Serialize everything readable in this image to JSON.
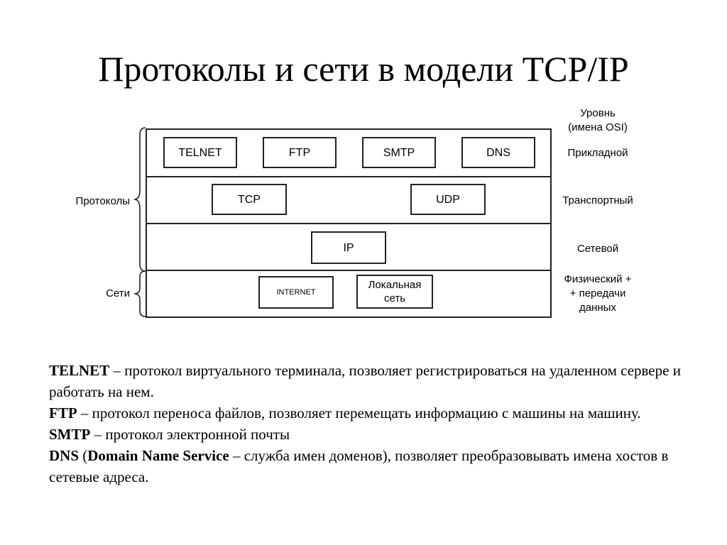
{
  "title": "Протоколы и сети в модели TCP/IP",
  "diagram": {
    "header": "Уровнь\n(имена OSI)",
    "groups": {
      "protocols": "Протоколы",
      "networks": "Сети"
    },
    "layers": {
      "application": {
        "label": "Прикладной",
        "boxes": [
          "TELNET",
          "FTP",
          "SMTP",
          "DNS"
        ]
      },
      "transport": {
        "label": "Транспортный",
        "boxes": [
          "TCP",
          "UDP"
        ]
      },
      "network": {
        "label": "Сетевой",
        "boxes": [
          "IP"
        ]
      },
      "physical": {
        "label": "Физический +\n+ передачи\nданных",
        "boxes": [
          "INTERNET",
          "Локальная\nсеть"
        ]
      }
    }
  },
  "descriptions": {
    "telnet": {
      "term": "TELNET",
      "text": " – протокол виртуального терминала, позволяет регистрироваться на удаленном сервере и работать на нем."
    },
    "ftp": {
      "term": "FTP",
      "text": " – протокол переноса файлов, позволяет перемещать информацию с машины на машину."
    },
    "smtp": {
      "term": "SMTP",
      "text": " – протокол электронной почты"
    },
    "dns": {
      "term": "DNS",
      "open": " (",
      "term2": "Domain Name Service",
      "text": " – служба имен доменов), позволяет преобразовывать имена хостов в сетевые адреса."
    }
  }
}
